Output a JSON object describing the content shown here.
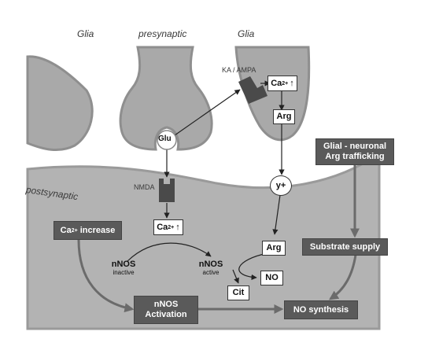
{
  "labels": {
    "glia_left": "Glia",
    "presynaptic": "presynaptic",
    "glia_right": "Glia",
    "postsynaptic": "postsynaptic",
    "ka_ampa": "KA / AMPA",
    "nmda": "NMDA",
    "glu": "Glu",
    "ca_glia": "Ca",
    "ca_glia_sup": "2+",
    "ca_post": "Ca",
    "ca_post_sup": "2+",
    "arg_glia": "Arg",
    "y_plus": "y+",
    "arg_post": "Arg",
    "no": "NO",
    "cit": "Cit",
    "nnos_inactive_title": "nNOS",
    "nnos_inactive_sub": "inactive",
    "nnos_active_title": "nNOS",
    "nnos_active_sub": "active"
  },
  "boxes": {
    "ca_increase_prefix": "Ca",
    "ca_increase_sup": "2+",
    "ca_increase_suffix": " increase",
    "nnos_activation": "nNOS\nActivation",
    "glial_neuronal": "Glial - neuronal\nArg trafficking",
    "substrate_supply": "Substrate supply",
    "no_synthesis": "NO synthesis"
  },
  "colors": {
    "membrane": "#9a9a9a",
    "cell_fill": "#a9a9a9",
    "postsynaptic_fill": "#b3b3b3",
    "receptor": "#4a4a4a",
    "dark_box": "#5a5a5a",
    "arrow": "#222222",
    "process_arrow": "#6b6b6b"
  }
}
